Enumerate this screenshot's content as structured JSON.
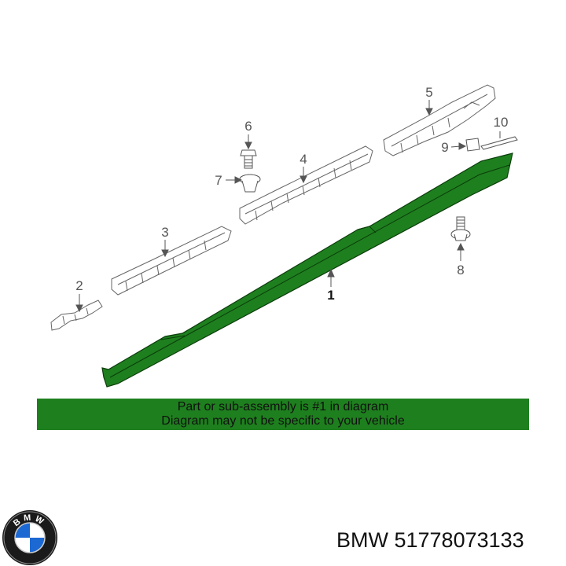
{
  "diagram": {
    "callouts": [
      "1",
      "2",
      "3",
      "4",
      "5",
      "6",
      "7",
      "8",
      "9",
      "10"
    ],
    "highlight_color": "#1e7f1e"
  },
  "banner": {
    "line1": "Part or sub-assembly is #1 in diagram",
    "line2": "Diagram may not be specific to your vehicle",
    "background": "#1e7f1e"
  },
  "brand": {
    "logo_text": "BMW",
    "logo_icon": "bmw-roundel-icon"
  },
  "part": {
    "label": "BMW 51778073133"
  }
}
